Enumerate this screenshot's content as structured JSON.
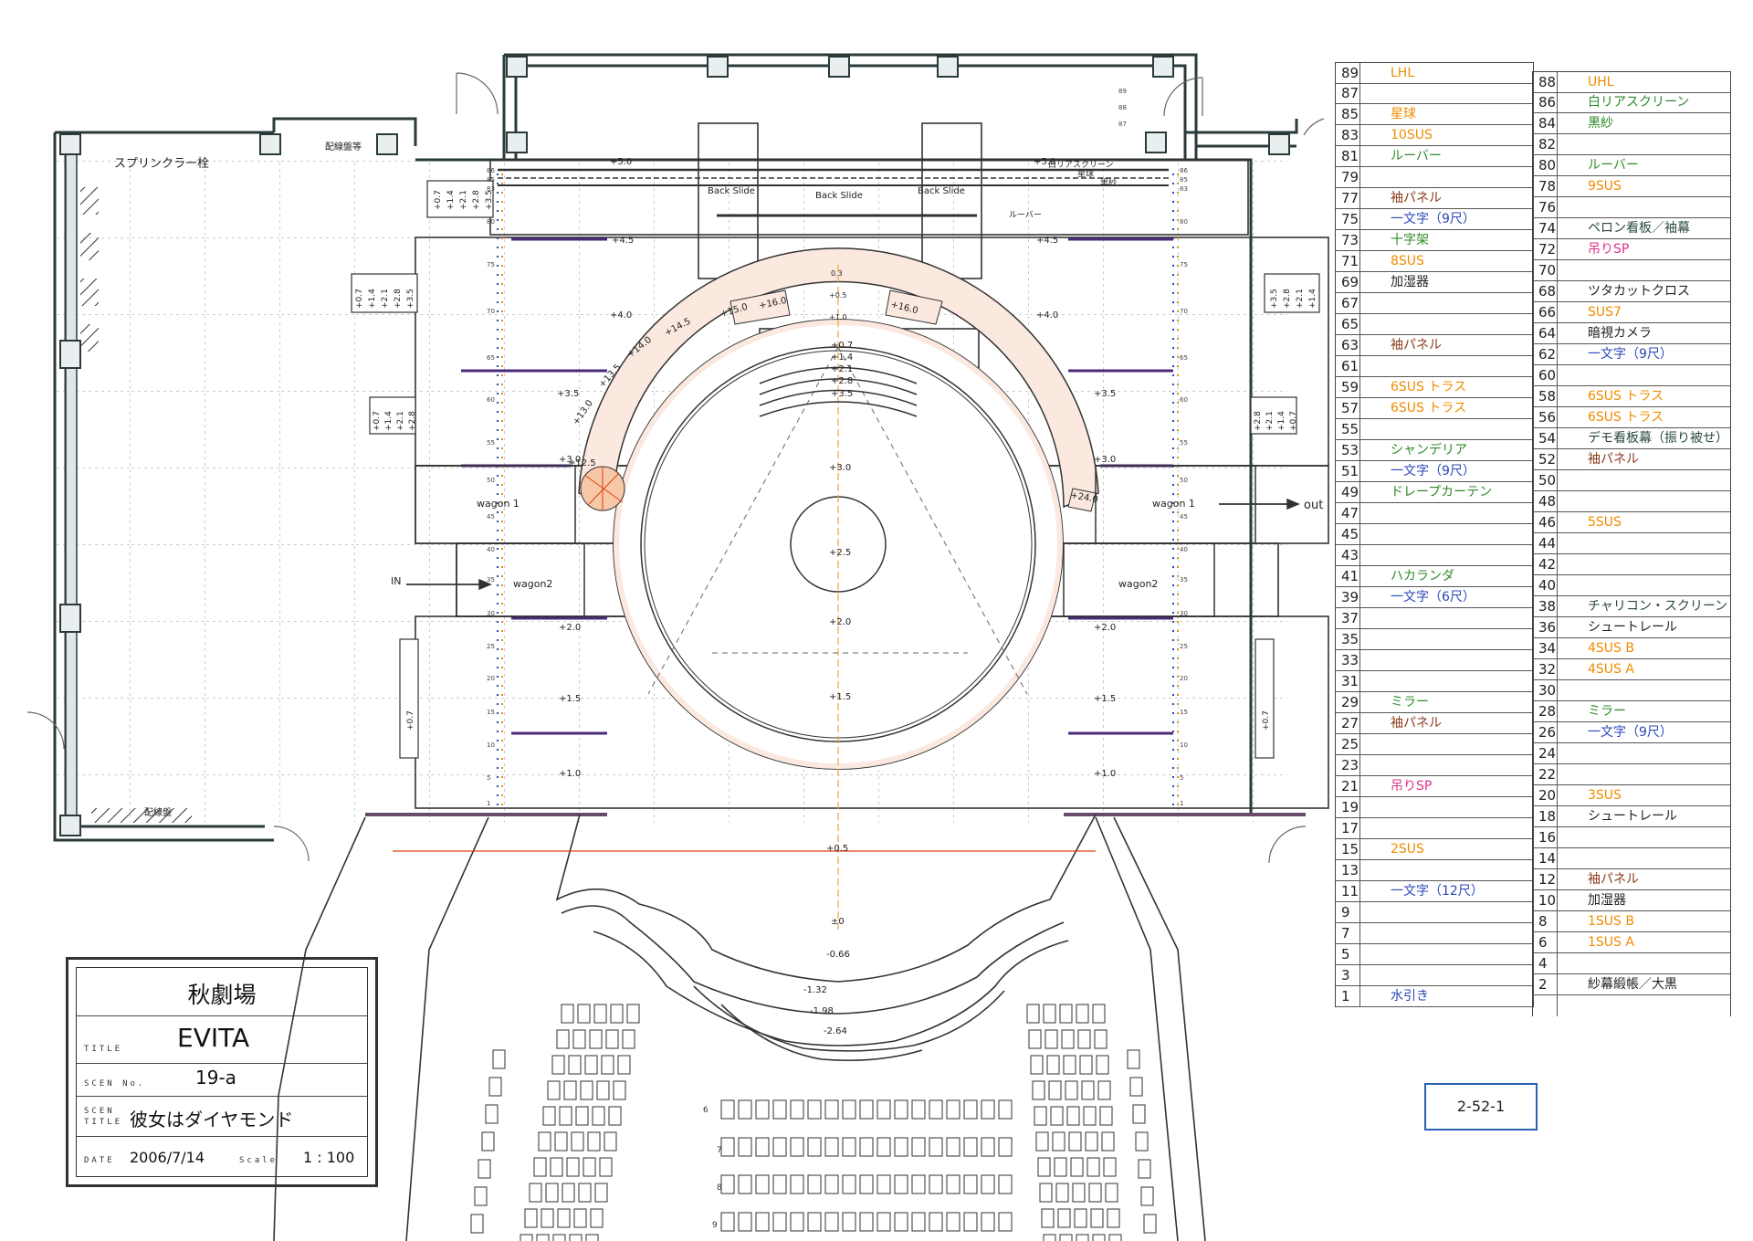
{
  "colors": {
    "orange": "#f08c00",
    "green": "#2f8a2a",
    "blue": "#2b47b8",
    "brown": "#8b3a1c",
    "pink": "#e0308a",
    "black": "#222222",
    "purple": "#4b2a7c",
    "dark-green": "#2a4a3a"
  },
  "plan": {
    "level_labels": {
      "l50": "+5.0",
      "l45": "+4.5",
      "l40": "+4.0",
      "l35": "+3.5",
      "l30": "+3.0",
      "l20": "+2.0",
      "l15": "+1.5",
      "l10": "+1.0",
      "l05": "+0.5",
      "l00": "±0",
      "c07": "+0.7",
      "c14": "+1.4",
      "c21": "+2.1",
      "c28": "+2.8",
      "c35": "+3.5",
      "center30": "+3.0",
      "center25": "+2.5",
      "center20": "+2.0",
      "center15": "+1.5",
      "m066": "-0.66",
      "m132": "-1.32",
      "m198": "-1.98",
      "m264": "-2.64",
      "ring03": "0.3",
      "ring05": "+0.5",
      "ring10": "+1.0"
    },
    "ramp_labels": [
      "+12.5",
      "+13.0",
      "+13.5",
      "+14.0",
      "+14.5",
      "+15.0",
      "+16.0",
      "+16.0",
      "+24.0"
    ],
    "step_labels": [
      "+0.7",
      "+1.4",
      "+2.1",
      "+2.8",
      "+3.5"
    ],
    "small_steps_left": [
      "+0.7",
      "+1.4",
      "+2.1",
      "+2.8"
    ],
    "small_steps_right": [
      "+2.8",
      "+2.1",
      "+1.4",
      "+0.7"
    ],
    "text": {
      "sprinkler": "スプリンクラー栓",
      "distribution_top": "配線盤等",
      "distribution_bottom": "配線盤",
      "back_slide": "Back Slide",
      "louver": "ルーバー",
      "white_rear": "白リアスクリーン",
      "star": "星球",
      "black_gauze": "黒紗",
      "wagon1": "wagon 1",
      "wagon2": "wagon2",
      "in": "IN",
      "out": "out",
      "n86": "86",
      "n85": "85",
      "n83": "83",
      "n80": "80",
      "n89": "89",
      "n88": "88",
      "n87": "87",
      "n75": "75",
      "n70": "70",
      "n65": "65",
      "n60": "60",
      "n55": "55",
      "n50": "50",
      "n45": "45",
      "n40": "40",
      "n35": "35",
      "n30": "30",
      "n25": "25",
      "n20": "20",
      "n15": "15",
      "n10": "10",
      "n5": "5",
      "n1": "1"
    },
    "row_numbers": [
      "6",
      "7",
      "8",
      "9"
    ]
  },
  "batten_left": [
    {
      "no": "89",
      "label": "LHL",
      "color": "orange"
    },
    {
      "no": "87",
      "label": "",
      "color": "black"
    },
    {
      "no": "85",
      "label": "星球",
      "color": "orange"
    },
    {
      "no": "83",
      "label": "10SUS",
      "color": "orange"
    },
    {
      "no": "81",
      "label": "ルーバー",
      "color": "green"
    },
    {
      "no": "79",
      "label": "",
      "color": "black"
    },
    {
      "no": "77",
      "label": "袖パネル",
      "color": "brown"
    },
    {
      "no": "75",
      "label": "一文字（9尺）",
      "color": "blue"
    },
    {
      "no": "73",
      "label": "十字架",
      "color": "green"
    },
    {
      "no": "71",
      "label": "8SUS",
      "color": "orange"
    },
    {
      "no": "69",
      "label": "加湿器",
      "color": "black"
    },
    {
      "no": "67",
      "label": "",
      "color": "black"
    },
    {
      "no": "65",
      "label": "",
      "color": "black"
    },
    {
      "no": "63",
      "label": "袖パネル",
      "color": "brown"
    },
    {
      "no": "61",
      "label": "",
      "color": "black"
    },
    {
      "no": "59",
      "label": "6SUS トラス",
      "color": "orange"
    },
    {
      "no": "57",
      "label": "6SUS トラス",
      "color": "orange"
    },
    {
      "no": "55",
      "label": "",
      "color": "black"
    },
    {
      "no": "53",
      "label": "シャンデリア",
      "color": "green"
    },
    {
      "no": "51",
      "label": "一文字（9尺）",
      "color": "blue"
    },
    {
      "no": "49",
      "label": "ドレープカーテン",
      "color": "green"
    },
    {
      "no": "47",
      "label": "",
      "color": "black"
    },
    {
      "no": "45",
      "label": "",
      "color": "black"
    },
    {
      "no": "43",
      "label": "",
      "color": "black"
    },
    {
      "no": "41",
      "label": "ハカランダ",
      "color": "green"
    },
    {
      "no": "39",
      "label": "一文字（6尺）",
      "color": "blue"
    },
    {
      "no": "37",
      "label": "",
      "color": "black"
    },
    {
      "no": "35",
      "label": "",
      "color": "black"
    },
    {
      "no": "33",
      "label": "",
      "color": "black"
    },
    {
      "no": "31",
      "label": "",
      "color": "black"
    },
    {
      "no": "29",
      "label": "ミラー",
      "color": "green"
    },
    {
      "no": "27",
      "label": "袖パネル",
      "color": "brown"
    },
    {
      "no": "25",
      "label": "",
      "color": "black"
    },
    {
      "no": "23",
      "label": "",
      "color": "black"
    },
    {
      "no": "21",
      "label": "吊りSP",
      "color": "pink"
    },
    {
      "no": "19",
      "label": "",
      "color": "black"
    },
    {
      "no": "17",
      "label": "",
      "color": "black"
    },
    {
      "no": "15",
      "label": "2SUS",
      "color": "orange"
    },
    {
      "no": "13",
      "label": "",
      "color": "black"
    },
    {
      "no": "11",
      "label": "一文字（12尺）",
      "color": "blue"
    },
    {
      "no": "9",
      "label": "",
      "color": "black"
    },
    {
      "no": "7",
      "label": "",
      "color": "black"
    },
    {
      "no": "5",
      "label": "",
      "color": "black"
    },
    {
      "no": "3",
      "label": "",
      "color": "black"
    },
    {
      "no": "1",
      "label": "水引き",
      "color": "blue"
    }
  ],
  "batten_right": [
    {
      "no": "88",
      "label": "UHL",
      "color": "orange"
    },
    {
      "no": "86",
      "label": "白リアスクリーン",
      "color": "green"
    },
    {
      "no": "84",
      "label": "黒紗",
      "color": "green"
    },
    {
      "no": "82",
      "label": "",
      "color": "black"
    },
    {
      "no": "80",
      "label": "ルーバー",
      "color": "green"
    },
    {
      "no": "78",
      "label": "9SUS",
      "color": "orange"
    },
    {
      "no": "76",
      "label": "",
      "color": "black"
    },
    {
      "no": "74",
      "label": "ペロン看板／袖幕",
      "color": "dark-green"
    },
    {
      "no": "72",
      "label": "吊りSP",
      "color": "pink"
    },
    {
      "no": "70",
      "label": "",
      "color": "black"
    },
    {
      "no": "68",
      "label": "ツタカットクロス",
      "color": "black"
    },
    {
      "no": "66",
      "label": "SUS7",
      "color": "orange"
    },
    {
      "no": "64",
      "label": "暗視カメラ",
      "color": "black"
    },
    {
      "no": "62",
      "label": "一文字（9尺）",
      "color": "blue"
    },
    {
      "no": "60",
      "label": "",
      "color": "black"
    },
    {
      "no": "58",
      "label": "6SUS トラス",
      "color": "orange"
    },
    {
      "no": "56",
      "label": "6SUS トラス",
      "color": "orange"
    },
    {
      "no": "54",
      "label": "デモ看板幕（振り被せ）",
      "color": "dark-green"
    },
    {
      "no": "52",
      "label": "袖パネル",
      "color": "brown"
    },
    {
      "no": "50",
      "label": "",
      "color": "black"
    },
    {
      "no": "48",
      "label": "",
      "color": "black"
    },
    {
      "no": "46",
      "label": "5SUS",
      "color": "orange"
    },
    {
      "no": "44",
      "label": "",
      "color": "black"
    },
    {
      "no": "42",
      "label": "",
      "color": "black"
    },
    {
      "no": "40",
      "label": "",
      "color": "black"
    },
    {
      "no": "38",
      "label": "チャリコン・スクリーン",
      "color": "dark-green"
    },
    {
      "no": "36",
      "label": "シュートレール",
      "color": "black"
    },
    {
      "no": "34",
      "label": "4SUS B",
      "color": "orange"
    },
    {
      "no": "32",
      "label": "4SUS A",
      "color": "orange"
    },
    {
      "no": "30",
      "label": "",
      "color": "black"
    },
    {
      "no": "28",
      "label": "ミラー",
      "color": "green"
    },
    {
      "no": "26",
      "label": "一文字（9尺）",
      "color": "blue"
    },
    {
      "no": "24",
      "label": "",
      "color": "black"
    },
    {
      "no": "22",
      "label": "",
      "color": "black"
    },
    {
      "no": "20",
      "label": "3SUS",
      "color": "orange"
    },
    {
      "no": "18",
      "label": "シュートレール",
      "color": "black"
    },
    {
      "no": "16",
      "label": "",
      "color": "black"
    },
    {
      "no": "14",
      "label": "",
      "color": "black"
    },
    {
      "no": "12",
      "label": "袖パネル",
      "color": "brown"
    },
    {
      "no": "10",
      "label": "加湿器",
      "color": "black"
    },
    {
      "no": "8",
      "label": "1SUS B",
      "color": "orange"
    },
    {
      "no": "6",
      "label": "1SUS A",
      "color": "orange"
    },
    {
      "no": "4",
      "label": "",
      "color": "black"
    },
    {
      "no": "2",
      "label": "紗幕緞帳／大黒",
      "color": "black"
    }
  ],
  "title_block": {
    "venue": "秋劇場",
    "title_key": "TITLE",
    "title": "EVITA",
    "scene_key": "SCEN No.",
    "scene_no": "19-a",
    "scene_title_key_1": "SCEN",
    "scene_title_key_2": "TITLE",
    "scene_title": "彼女はダイヤモンド",
    "date_key": "DATE",
    "date": "2006/7/14",
    "scale_key": "Scale",
    "scale": "1 : 100"
  },
  "sheet_number": "2-52-1"
}
